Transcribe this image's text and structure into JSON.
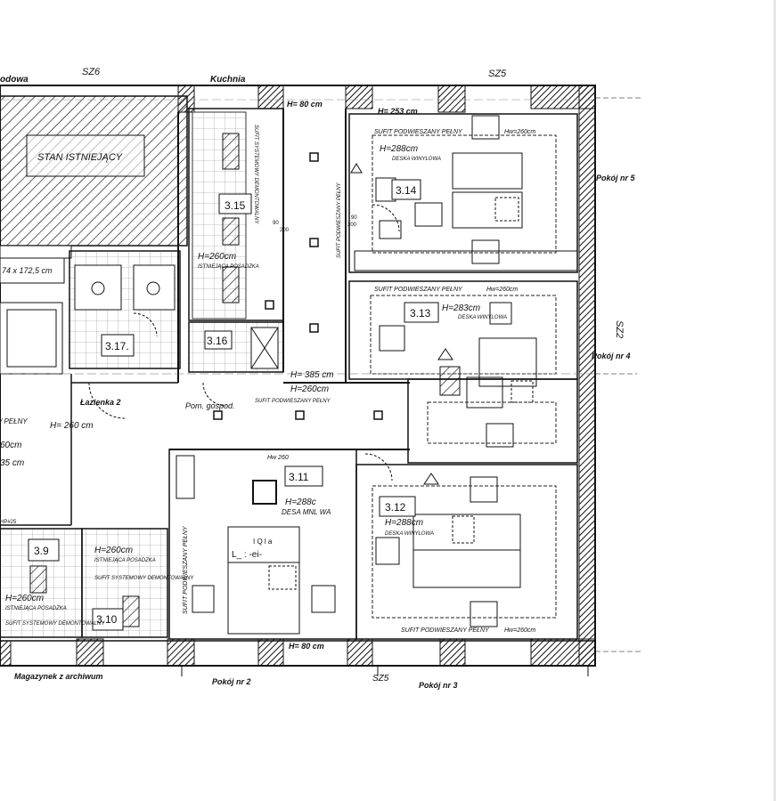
{
  "plan": {
    "top_labels": {
      "left_cut": "odowa",
      "kitchen": "Kuchnia",
      "axis_sz6": "SZ6",
      "axis_sz5_top": "SZ5"
    },
    "right_labels": {
      "room5": "Pokój nr 5",
      "room4": "Pokój nr 4",
      "axis_sz2": "SZ2"
    },
    "bottom_labels": {
      "archive": "Magazynek z archiwum",
      "room2": "Pokój nr 2",
      "axis_sz5_bottom": "SZ5",
      "room3": "Pokój nr 3"
    },
    "existing_state": {
      "label": "STAN ISTNIEJĄCY",
      "dim": "74 x 172,5 cm"
    },
    "rooms": [
      {
        "id": "3.14",
        "height": "H=288cm",
        "floor": "DESKA WINYLOWA",
        "ceiling": "SUFIT PODWIESZANY PEŁNY",
        "hw": "Hw=260cm"
      },
      {
        "id": "3.15",
        "height": "H=260cm",
        "floor": "ISTNIEJĄCA POSADZKA",
        "ceiling": "SUFIT SYSTEMOWY DEMONTOWALNY"
      },
      {
        "id": "3.13",
        "height": "H=283cm",
        "floor": "DESKA WINYLOWA",
        "ceiling": "SUFIT PODWIESZANY PEŁNY",
        "hw": "Hw=260cm"
      },
      {
        "id": "3.16"
      },
      {
        "id": "3.17."
      },
      {
        "id": "3.11",
        "height": "H=288c",
        "floor": "DESA MNL WA",
        "hw": "Hw 260"
      },
      {
        "id": "3.12",
        "height": "H=288cm",
        "floor": "DESKA WINYLOWA",
        "ceiling": "SUFIT PODWIESZANY PEŁNY",
        "hw": "Hw=260cm"
      },
      {
        "id": "3.9",
        "height": "H=260cm",
        "floor": "ISTNIEJĄCA POSADZKA",
        "ceiling": "SUFIT SYSTEMOWY DEMONTOWALNY"
      },
      {
        "id": "3.10",
        "height": "H=260cm",
        "floor": "ISTNIEJĄCA POSADZKA",
        "ceiling": "SUFIT SYSTEMOWY DEMONTOWALNY"
      }
    ],
    "corridor": {
      "h1": "H= 385 cm",
      "h2": "H=260cm",
      "ceiling": "SUFIT PODWIESZANY PEŁNY",
      "vert_ceiling": "SUFIT PODWIESZANY PEŁNY"
    },
    "bathroom": "Łazienka 2",
    "utility": "Pom. gospod.",
    "left_notes": {
      "ceiling": "/ PEŁNY",
      "h": "H= 260 cm",
      "h2": "60cm",
      "h3": "35 cm",
      "door": "HP#25"
    },
    "h_beam_top": "H= 80 cm",
    "h_beam_top2": "H= 253 cm",
    "h_beam_bottom": "H= 80 cm",
    "room2_ceiling": "SUFIT PODWIESZANY PEŁNY",
    "room2_note": "I Q l a",
    "room2_note2": "L_ : -ei-",
    "door_dims": {
      "d1": "90",
      "d2": "200",
      "d3": "90",
      "d4": "200"
    }
  }
}
